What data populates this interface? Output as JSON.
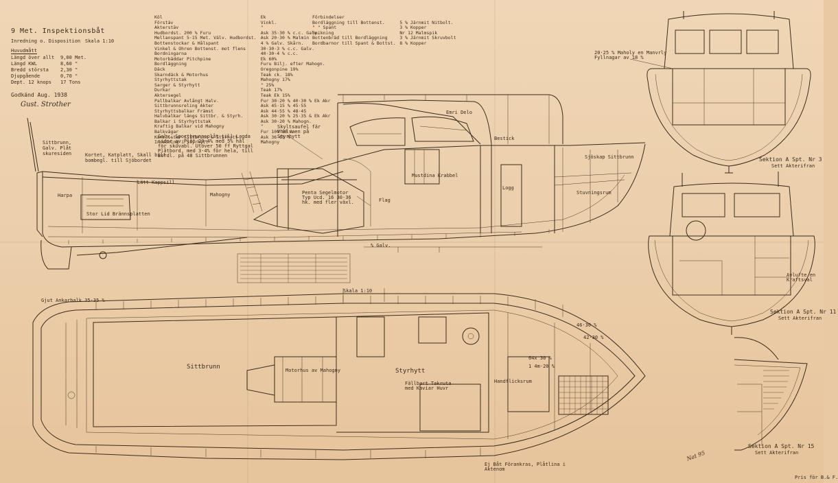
{
  "title_block": {
    "title": "9 Met. Inspektionsbåt",
    "subtitle": "Inredning o. Disposition",
    "scale": "Skala 1:10",
    "dims_header": "Huvudmått",
    "dims": [
      {
        "label": "Längd över allt",
        "value": "9,00 Met."
      },
      {
        "label": "Längd KWL",
        "value": "8,60 \""
      },
      {
        "label": "Bredd största",
        "value": "2,30 \""
      },
      {
        "label": "Djupgående",
        "value": "0,70 \""
      },
      {
        "label": "Dept. 12 knops",
        "value": "17 Tons"
      }
    ],
    "approval": "Godkänd Aug. 1938",
    "signature": "Gust. Strother"
  },
  "spec_table_1": [
    {
      "part": "Köl",
      "value": "Ek"
    },
    {
      "part": "Förstäv",
      "value": "Vinkl."
    },
    {
      "part": "Akterstäv",
      "value": "\""
    },
    {
      "part": "Hudbordst. 200 % Furu",
      "value": "Ask 35·30 % c.c. Galv."
    },
    {
      "part": "Mellanspant 5·15 Met. Välv. Hudbordst.",
      "value": "Ask 20·30 % Malmin"
    },
    {
      "part": "Bottenstockar & Hålspant",
      "value": "4 % Galv. Skårn."
    },
    {
      "part": "Vinkel & Ohren Bottenst. mot flens",
      "value": "30·30·3 % c.c. Galv."
    },
    {
      "part": "Bordningarna",
      "value": "40·30·4 % c.c."
    },
    {
      "part": "Motorbäddar Pitchpine",
      "value": "Ek 60%"
    },
    {
      "part": "Bordläggning",
      "value": "Furu Bilj. efter Mahogn."
    },
    {
      "part": "Däck",
      "value": "Oregonpine 19%"
    },
    {
      "part": "Skarndäck & Motorhus",
      "value": "Teak ck. 18%"
    },
    {
      "part": "Styrhyttstak",
      "value": "Mahogny 17%"
    },
    {
      "part": "Sarger & Styrhytt",
      "value": "\" 25%"
    },
    {
      "part": "Durkar",
      "value": "Teak 17%"
    },
    {
      "part": "Aktersegel",
      "value": "Teak Ek 15%"
    },
    {
      "part": "Pallbalkar Avlångt Halv.",
      "value": "Fur 30·20 % 40·30 % Ek Akr"
    },
    {
      "part": "Sittbrunnsreling Akter",
      "value": "Ask 45·15 % 45·55"
    },
    {
      "part": "Styrhyttsbalkar Främst",
      "value": "Ask 44·55 % 48·45"
    },
    {
      "part": "Halvbalkar längs Sittbr. & Styrh.",
      "value": "Ask 30·20 % 25·35 & Ek Akr"
    },
    {
      "part": "Balkar i Styrhyttstak",
      "value": "Ask 30·20 % Mahogn."
    },
    {
      "part": "Kraftig Balkar vid Mahogny",
      "value": "\""
    },
    {
      "part": "Balkvägar",
      "value": "Fur 100·30 %"
    },
    {
      "part": "Karmlister Sittbrunn & Styrhytt",
      "value": "Ask 36·65 %"
    },
    {
      "part": "Inredning i Styrhytt",
      "value": "Mahogny"
    }
  ],
  "spec_table_2": [
    {
      "part": "Förbindelser",
      "value": ""
    },
    {
      "part": "Bordläggning till Bottenst.",
      "value": "5 % Järnmit Nitbolt."
    },
    {
      "part": "\" \" Spant",
      "value": "3 % Kopper"
    },
    {
      "part": "Spikning",
      "value": "Nr 12 Malmspik"
    },
    {
      "part": "Bottenbräd till Bordläggning",
      "value": "3 % Järnmit Skruvbolt"
    },
    {
      "part": "Bordbarnor till Spant & Bottst.",
      "value": "8 % Kopper"
    }
  ],
  "notes": {
    "flatbrunn": "Sittbrunn, Galv. Plåt skuresiden",
    "skvatt": "Kortet, Katplatt, Skall bilt bombegl. till Sjöbordet",
    "laest_kappsill": "Lätt Kappsill",
    "stor_lid": "Stor Lid Brännsplatten",
    "galv_sporth": "Galv. Sportbrunnsplåt till Lagda sidor av Plåt 20·4% med 5% hål för skuvabl. Utöver 50 ff Ryttgal Plåtbord. med 3·4% för hela, till Bordl. på 48 Sittbrunnen",
    "harpa": "Harpa",
    "mahogny": "Mahogny",
    "motorbadd": "Penta Segelmotor Typ Ucd. 16 30·36 hk. med fler växl.",
    "skyltpl": "Skyltsaufel fär Vhelvaen på Styrhytt",
    "svensk_flag": "Flag",
    "galv": "% Galv.",
    "sjoskap": "Sjöskap Sittbrunn",
    "logg": "Logg",
    "stuvrum": "Stuvningsrum",
    "emri_delo": "Emri Delo",
    "bestick": "Bestick",
    "takskiva": "Mustdina Krabbel"
  },
  "sections": {
    "s3_label": "Sektion A Spt. Nr 3",
    "s3_sub": "Sett Akterifran",
    "s3_note": "20·25 % Maholy en Manvrly Fyllnagar av 18 %",
    "s11_label": "Sektion A Spt. Nr 11",
    "s11_sub": "Sett Akterifran",
    "s11_note": "Avlufte en Kraftsval",
    "s15_label": "Sektion A Spt. Nr 15",
    "s15_sub": "Sett Akterifran"
  },
  "plan": {
    "sittbrunn": "Sittbrunn",
    "styrhytt": "Styrhytt",
    "motorhus": "Motorhus av Mahogny",
    "fallbart": "Fällbart Takruta med Kaviar Huvr",
    "hamnstroms": "Handflicksrum",
    "gjutgrund": "Gjut Ankarbalk 35·35 %",
    "note_bottom": "Ej Båt Förankras, Plåtlina i Aktenom",
    "scale_strip": "Skala 1:10",
    "dim_labels": [
      "1 4m·20 %",
      "64x 30 %",
      "46·30 %",
      "42·30 %"
    ],
    "bottom_tag": "Nat 95"
  },
  "stamp": "Pris för B.& F."
}
